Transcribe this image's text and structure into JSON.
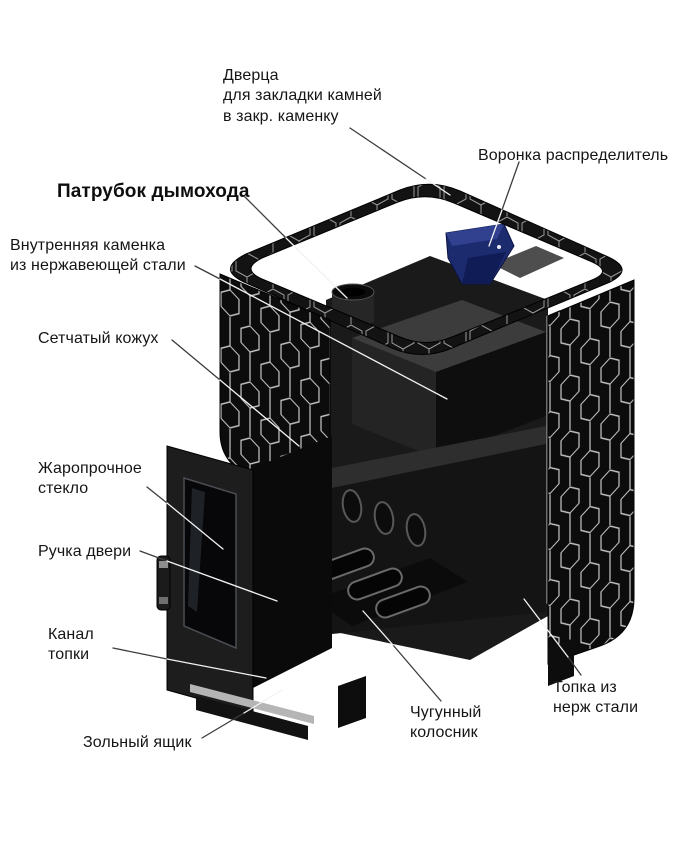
{
  "labels": {
    "stone_door": [
      "Дверца",
      "для закладки камней",
      "в закр. каменку"
    ],
    "funnel": [
      "Воронка распределитель"
    ],
    "chimney_pipe": [
      "Патрубок дымохода"
    ],
    "inner_heater": [
      "Внутренняя каменка",
      "из нержавеющей стали"
    ],
    "mesh_casing": [
      "Сетчатый кожух"
    ],
    "heat_glass": [
      "Жаропрочное",
      "стекло"
    ],
    "door_handle": [
      "Ручка двери"
    ],
    "firebox_channel": [
      "Канал",
      "топки"
    ],
    "ash_box": [
      "Зольный ящик"
    ],
    "cast_grate": [
      "Чугунный",
      "колосник"
    ],
    "steel_firebox": [
      "Топка из",
      "нерж стали"
    ]
  },
  "colors": {
    "funnel": "#1c2a6e",
    "stove_body": "#0e0e0e",
    "pattern_line": "#c9c9c9",
    "callout_dark": "#3c3c3c",
    "callout_light": "#f2f2f2",
    "text": "#151515",
    "background": "#ffffff"
  }
}
